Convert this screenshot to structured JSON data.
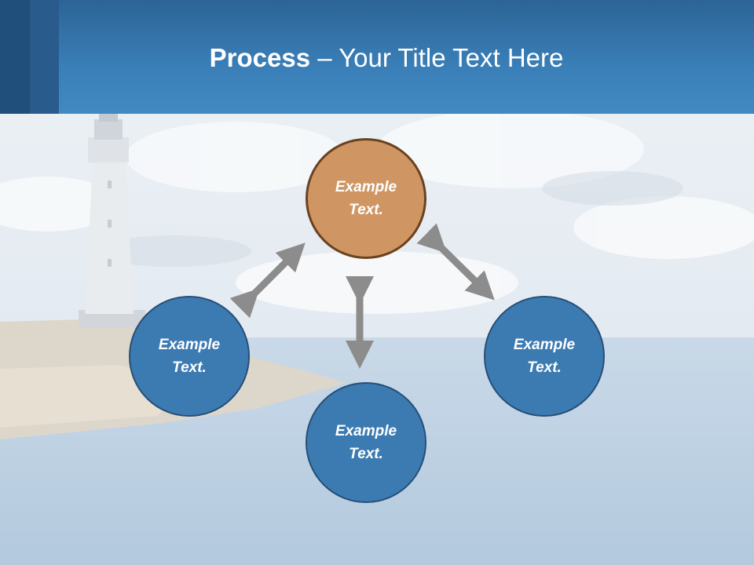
{
  "slide": {
    "title_bold": "Process",
    "title_rest": " – Your Title Text Here"
  },
  "nodes": {
    "top": "Example\nText.",
    "left": "Example\nText.",
    "right": "Example\nText.",
    "bottom": "Example\nText."
  },
  "colors": {
    "header": "#3a7fb8",
    "node_blue": "#3c7bb2",
    "node_orange": "#cf9664",
    "arrow": "#8c8c8c"
  }
}
